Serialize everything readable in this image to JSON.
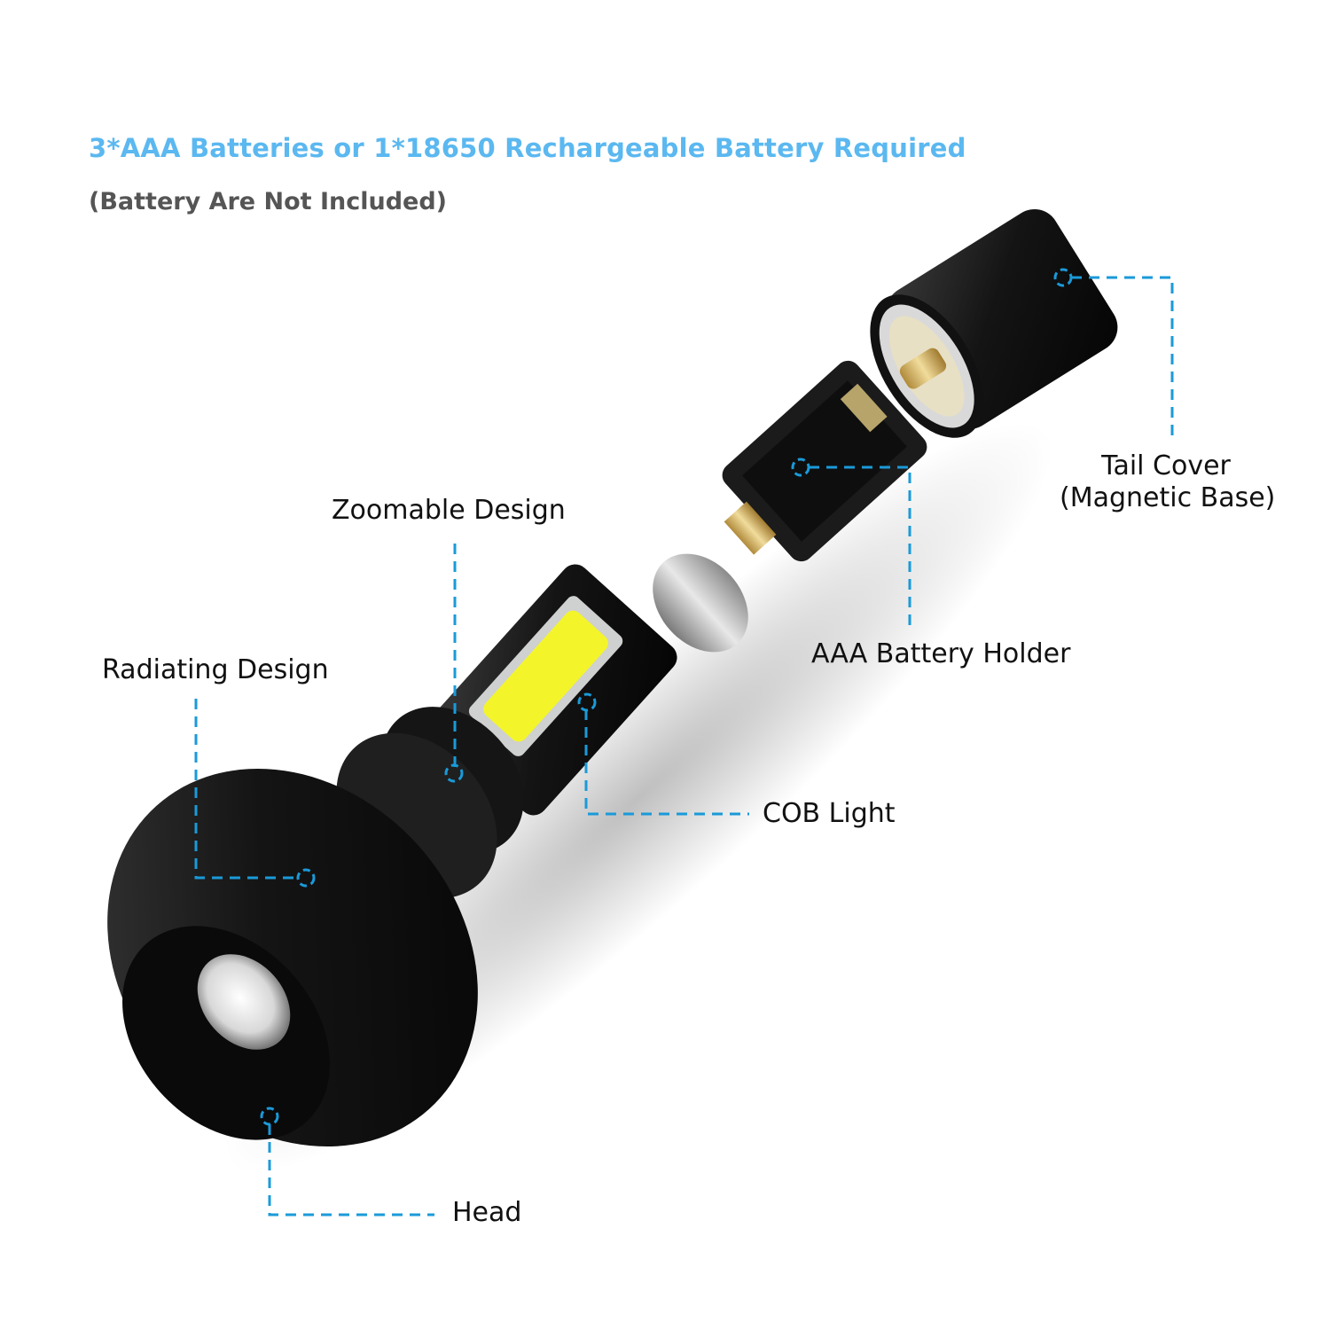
{
  "header": {
    "title": "3*AAA Batteries or 1*18650 Rechargeable Battery Required",
    "subtitle": "(Battery Are Not Included)"
  },
  "colors": {
    "accent_blue": "#5bb8f0",
    "callout_blue": "#1a9ad9",
    "subtitle_gray": "#555555",
    "body_black": "#111111",
    "cob_yellow": "#f3f52a"
  },
  "callouts": [
    {
      "id": "tail-cover",
      "line1": "Tail Cover",
      "line2": "(Magnetic Base)"
    },
    {
      "id": "zoomable-design",
      "label": "Zoomable Design"
    },
    {
      "id": "aaa-battery-holder",
      "label": "AAA Battery Holder"
    },
    {
      "id": "radiating-design",
      "label": "Radiating Design"
    },
    {
      "id": "cob-light",
      "label": "COB Light"
    },
    {
      "id": "head",
      "label": "Head"
    }
  ]
}
